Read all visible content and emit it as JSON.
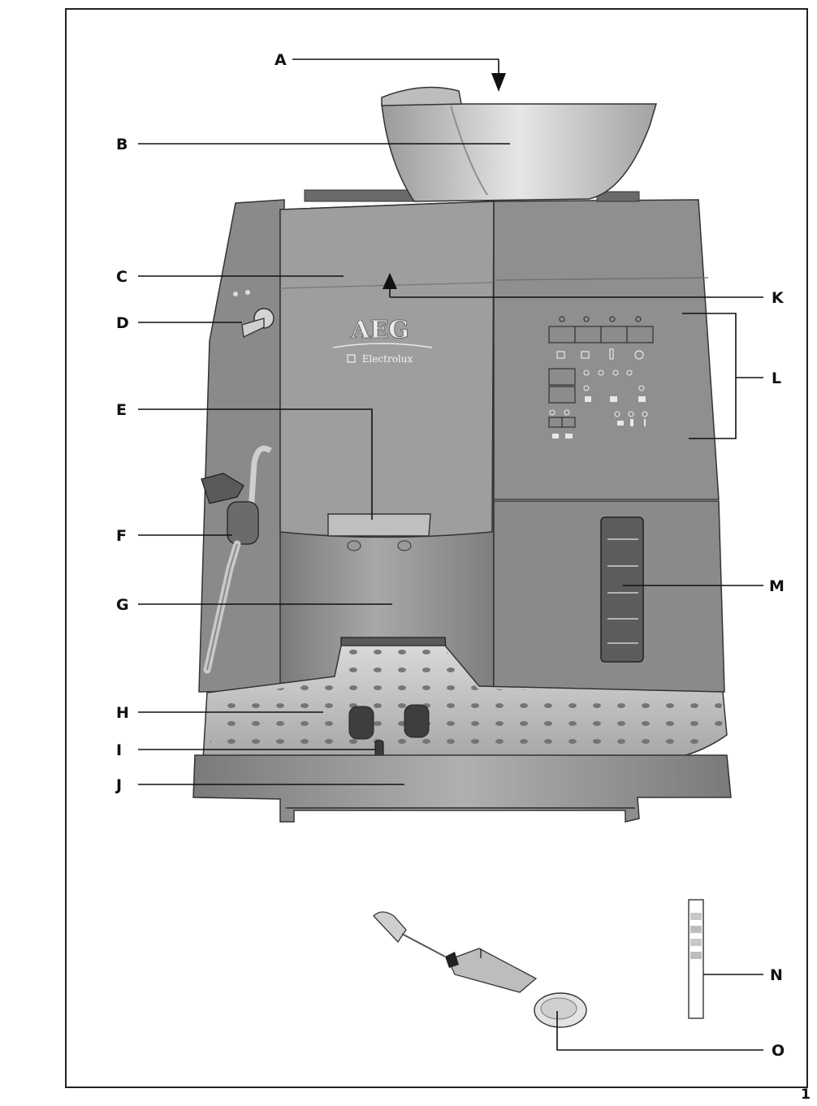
{
  "brand": {
    "logo_text": "AEG",
    "sub_brand": "Electrolux"
  },
  "labels": [
    "A",
    "B",
    "C",
    "D",
    "E",
    "F",
    "G",
    "H",
    "I",
    "J",
    "K",
    "L",
    "M",
    "N",
    "O"
  ],
  "page_number": "1",
  "colors": {
    "body": "#8c8c8c",
    "body_dark": "#6b6b6b",
    "body_light": "#b4b4b4",
    "metal": "#cfcfcf",
    "line": "#111111"
  }
}
